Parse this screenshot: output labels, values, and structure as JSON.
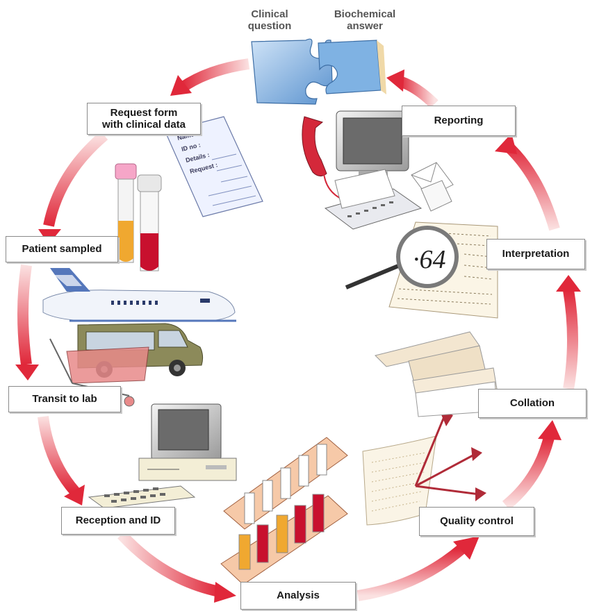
{
  "puzzle": {
    "left_label": "Clinical\nquestion",
    "right_label": "Biochemical\nanswer"
  },
  "stages": {
    "request_form": "Request form\nwith clinical data",
    "patient_sampled": "Patient sampled",
    "transit": "Transit to lab",
    "reception": "Reception and ID",
    "analysis": "Analysis",
    "quality_control": "Quality control",
    "collation": "Collation",
    "interpretation": "Interpretation",
    "reporting": "Reporting"
  },
  "form_fields": [
    "Name :",
    "ID no :",
    "Details :",
    "Request :"
  ],
  "magnifier_value": "·64",
  "colors": {
    "arrow_light": "#f9d2d2",
    "arrow_dark": "#e0283a",
    "puzzle_blue": "#6fa8dc",
    "box_border": "#8a8a8a",
    "van": "#8c8a5a",
    "trolley": "#e88a8a",
    "tube_red": "#c8102e",
    "tube_amber": "#f0a830",
    "cap_pink": "#f6a6c8"
  },
  "icons": [
    "puzzle-pieces",
    "request-form",
    "sample-tubes",
    "airplane",
    "van",
    "trolley",
    "computer",
    "keyboard",
    "test-tube-rack",
    "qc-arrows",
    "paper-stack",
    "magnifying-glass",
    "telephone",
    "envelope",
    "printer"
  ]
}
